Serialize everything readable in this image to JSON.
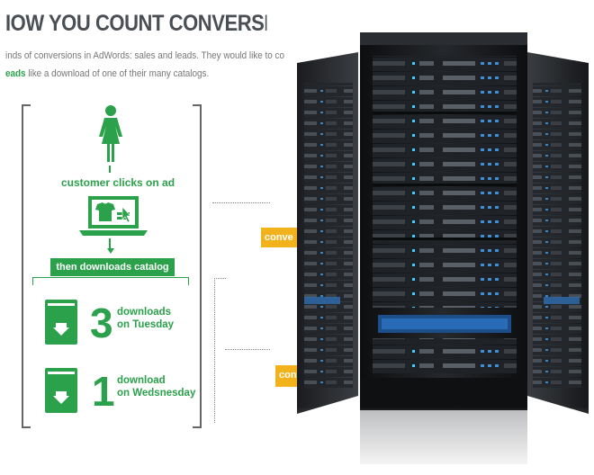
{
  "infographic": {
    "title": "IOW YOU COUNT CONVERSIO",
    "subtitle_line1": "inds of conversions in AdWords: sales and leads. They would like to co",
    "subtitle_line2_bold": "eads",
    "subtitle_line2_rest": " like a download of one of their many catalogs.",
    "step1_label": "customer clicks on ad",
    "step2_banner": "then downloads catalog",
    "stat1_number": "3",
    "stat1_line1": "downloads",
    "stat1_line2": "on Tuesday",
    "stat2_number": "1",
    "stat2_line1": "download",
    "stat2_line2": "on Wedsnesday",
    "tag1": "conve",
    "tag2": "con"
  },
  "colors": {
    "green": "#2aa14a",
    "orange": "#f1b21b",
    "title_gray": "#4a4f55"
  },
  "icons": [
    "person-icon",
    "laptop-icon",
    "shirt-icon",
    "cursor-icon",
    "download-book-icon",
    "server-rack-image"
  ]
}
